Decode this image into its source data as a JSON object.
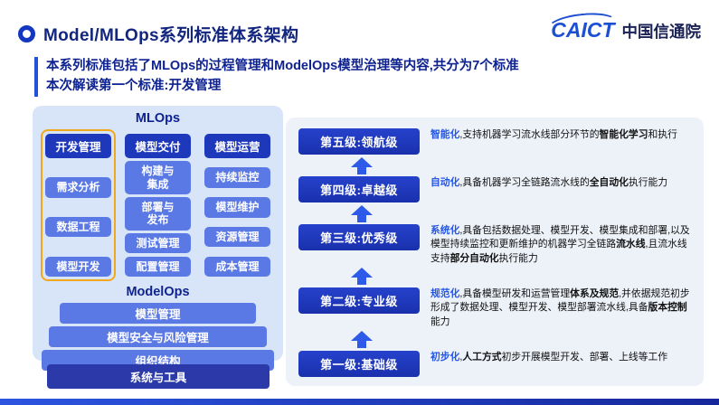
{
  "header": {
    "title": "Model/MLOps系列标准体系架构",
    "logo_brand": "CAICT",
    "logo_name": "中国信通院"
  },
  "intro": {
    "line1": "本系列标准包括了MLOps的过程管理和ModelOps模型治理等内容,共分为7个标准",
    "line2": "本次解读第一个标准:开发管理"
  },
  "mlops": {
    "title": "MLOps",
    "columns": [
      {
        "header": "开发管理",
        "highlighted": true,
        "items": [
          "需求分析",
          "数据工程",
          "模型开发"
        ]
      },
      {
        "header": "模型交付",
        "highlighted": false,
        "items": [
          "构建与\n集成",
          "部署与\n发布",
          "测试管理",
          "配置管理"
        ]
      },
      {
        "header": "模型运营",
        "highlighted": false,
        "items": [
          "持续监控",
          "模型维护",
          "资源管理",
          "成本管理"
        ]
      }
    ],
    "modelops_title": "ModelOps",
    "modelops_rows": [
      "模型管理",
      "模型安全与风险管理",
      "组织结构",
      "系统与工具"
    ]
  },
  "maturity": {
    "levels": [
      {
        "label": "第五级:领航级",
        "keyword": "智能化",
        "segs": [
          ",支持机器学习流水线部分环节的",
          "智能化学习",
          "和执行"
        ]
      },
      {
        "label": "第四级:卓越级",
        "keyword": "自动化",
        "segs": [
          ",具备机器学习全链路流水线的",
          "全自动化",
          "执行能力"
        ]
      },
      {
        "label": "第三级:优秀级",
        "keyword": "系统化",
        "segs": [
          ",具备包括数据处理、模型开发、模型集成和部署,以及模型持续监控和更新维护的机器学习全链路",
          "流水线",
          ",且流水线支持",
          "部分自动化",
          "执行能力"
        ]
      },
      {
        "label": "第二级:专业级",
        "keyword": "规范化",
        "segs": [
          ",具备模型研发和运营管理",
          "体系及规范",
          ",并依据规范初步形成了数据处理、模型开发、模型部署流水线,具备",
          "版本控制",
          "能力"
        ]
      },
      {
        "label": "第一级:基础级",
        "keyword": "初步化",
        "segs": [
          ",",
          "人工方式",
          "初步开展模型开发、部署、上线等工作"
        ]
      }
    ]
  },
  "icons": {
    "bullet_ring": "blue-ring",
    "up_arrow": "blue-fat-arrow-up"
  },
  "colors": {
    "title_navy": "#13267f",
    "panel_light_blue": "#d8e5f8",
    "panel_light_gray": "#edf1f8",
    "header_box_blue": "#1e38bc",
    "item_blue": "#5b79e4",
    "dark_row_blue": "#2b3aa8",
    "highlight_orange": "#f2a81d",
    "keyword_blue": "#2456e6",
    "arrow_blue": "#2d5ae8",
    "logo_blue": "#1d4fd2"
  }
}
